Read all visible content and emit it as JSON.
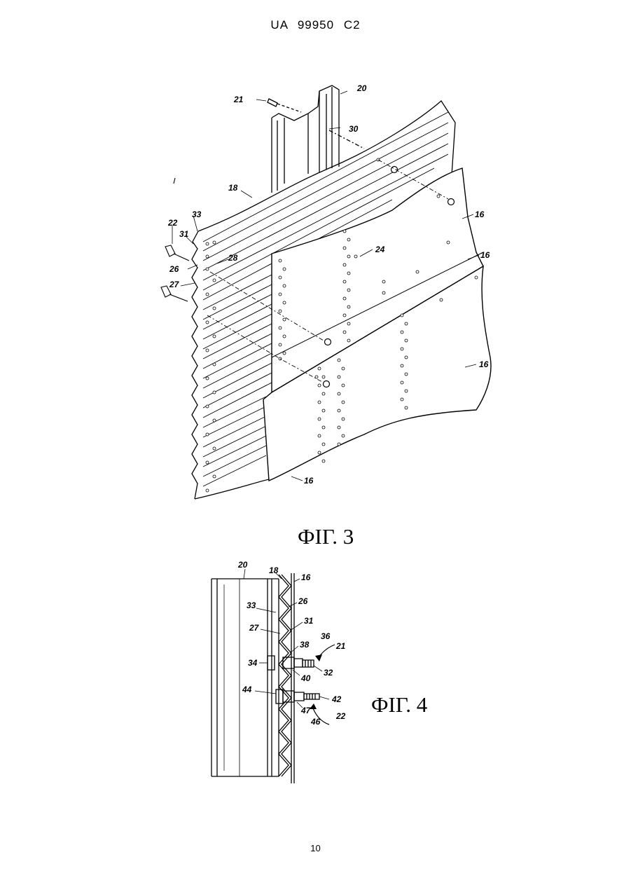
{
  "header": {
    "doc_id": "UA   99950   C2"
  },
  "figures": {
    "fig3": {
      "caption": "ФІГ. 3",
      "labels": {
        "l20": "20",
        "l21": "21",
        "l30": "30",
        "l18": "18",
        "l33": "33",
        "l22": "22",
        "l31": "31",
        "l26": "26",
        "l28": "28",
        "l27": "27",
        "l24": "24",
        "l16a": "16",
        "l16b": "16",
        "l16c": "16",
        "l16d": "16"
      }
    },
    "fig4": {
      "caption": "ФІГ. 4",
      "labels": {
        "l20": "20",
        "l18": "18",
        "l16": "16",
        "l33": "33",
        "l26": "26",
        "l27": "27",
        "l31": "31",
        "l38": "38",
        "l36": "36",
        "l21": "21",
        "l34": "34",
        "l40": "40",
        "l32": "32",
        "l44": "44",
        "l42": "42",
        "l47": "47",
        "l46": "46",
        "l22": "22"
      }
    }
  },
  "page_number": "10"
}
